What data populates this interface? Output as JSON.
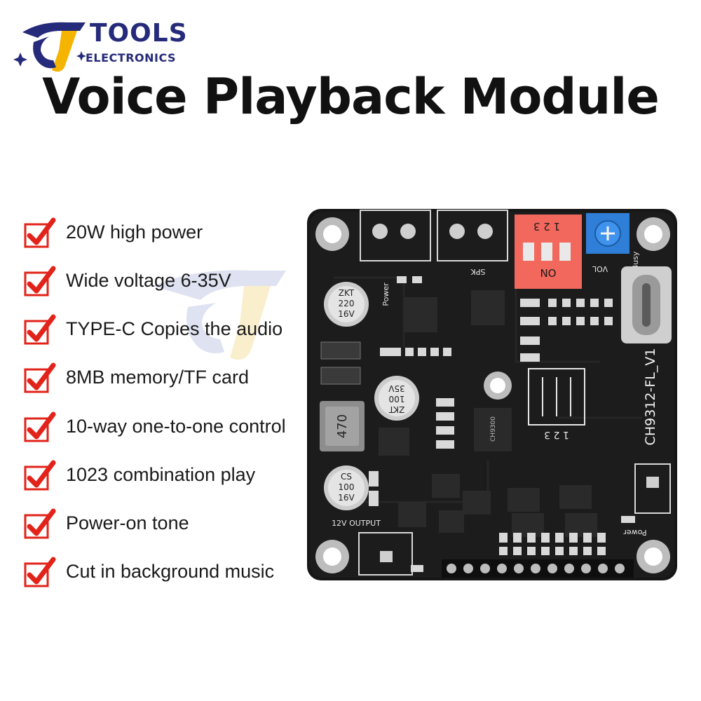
{
  "brand": {
    "name": "TOOLS",
    "subtitle": "ELECTRONICS",
    "primary": "#262a7a",
    "accent": "#f5b400"
  },
  "title": "Voice Playback Module",
  "features": [
    "20W high power",
    "Wide voltage 6-35V",
    "TYPE-C Copies the audio",
    "8MB memory/TF card",
    "10-way one-to-one control",
    "1023 combination play",
    "Power-on tone",
    "Cut in background music"
  ],
  "check_color": "#e2231a",
  "board": {
    "model": "CH9312-FL_V1",
    "labels": {
      "power": "Power",
      "spk": "SPK",
      "vol": "VOL",
      "busy": "Busy",
      "output": "12V OUTPUT",
      "power_bottom": "Power",
      "dip_on": "ON",
      "dip_nums": "1 2 3",
      "table_nums": "1 2 3"
    },
    "cap1": [
      "ZKT",
      "220",
      "16V"
    ],
    "cap2": [
      "ZKT",
      "100",
      "35V"
    ],
    "cap3": [
      "CS",
      "100",
      "16V"
    ],
    "inductor": "470",
    "chip": "CH9300"
  }
}
